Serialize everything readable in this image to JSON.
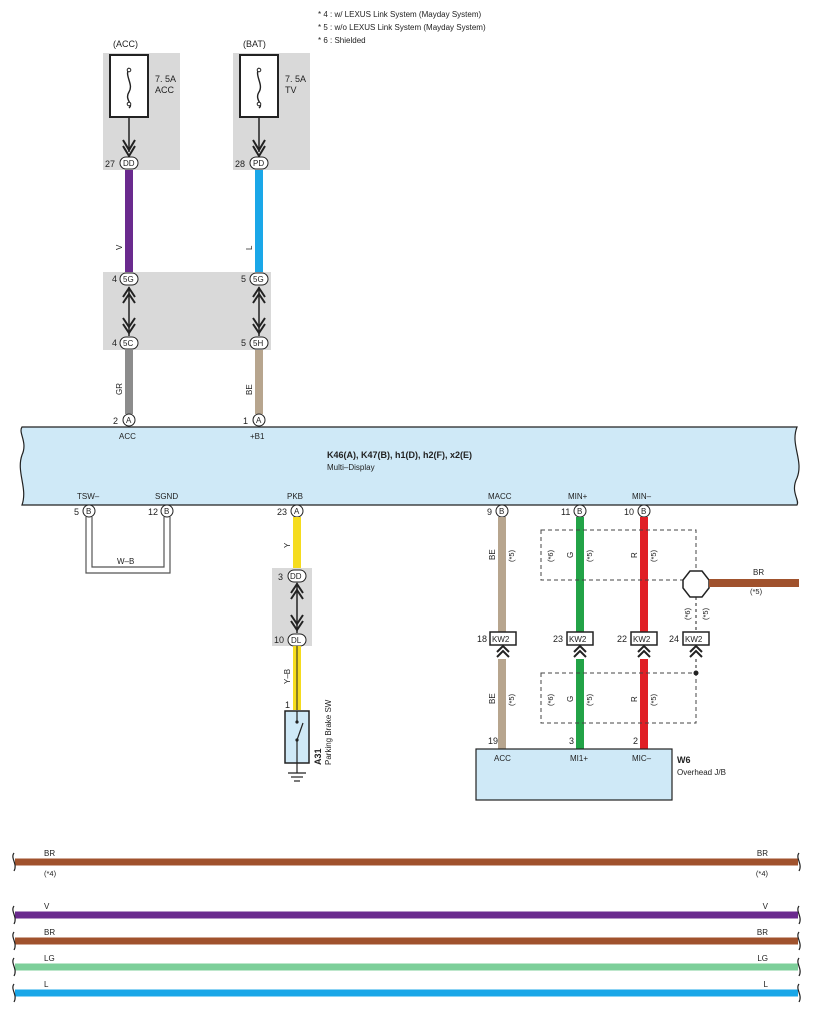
{
  "notes": [
    "* 4 : w/ LEXUS Link System (Mayday System)",
    "* 5 : w/o LEXUS Link System (Mayday System)",
    "* 6 : Shielded"
  ],
  "fuses": {
    "acc": {
      "group": "(ACC)",
      "rating": "7. 5A",
      "name": "ACC",
      "pin": "27",
      "conn": "DD"
    },
    "bat": {
      "group": "(BAT)",
      "rating": "7. 5A",
      "name": "TV",
      "pin": "28",
      "conn": "PD"
    }
  },
  "wires": {
    "v": "V",
    "l": "L",
    "gr": "GR",
    "be": "BE",
    "wb": "W–B",
    "y": "Y",
    "yb": "Y–B",
    "g": "G",
    "r": "R",
    "br": "BR",
    "lg": "LG"
  },
  "junction_upper": {
    "a_pin": "4",
    "a_conn": "5G",
    "b_pin": "5",
    "b_conn": "5G",
    "c_pin": "4",
    "c_conn": "5C",
    "d_pin": "5",
    "d_conn": "5H"
  },
  "multi_display": {
    "title": "K46(A), K47(B), h1(D), h2(F), x2(E)",
    "subtitle": "Multi–Display",
    "top_pins": [
      {
        "pin": "2",
        "conn": "A",
        "label": "ACC"
      },
      {
        "pin": "1",
        "conn": "A",
        "label": "+B1"
      }
    ],
    "bottom_pins": [
      {
        "pin": "5",
        "conn": "B",
        "label": "TSW–"
      },
      {
        "pin": "12",
        "conn": "B",
        "label": "SGND"
      },
      {
        "pin": "23",
        "conn": "A",
        "label": "PKB"
      },
      {
        "pin": "9",
        "conn": "B",
        "label": "MACC"
      },
      {
        "pin": "11",
        "conn": "B",
        "label": "MIN+"
      },
      {
        "pin": "10",
        "conn": "B",
        "label": "MIN–"
      }
    ]
  },
  "junction_pkb": {
    "top_pin": "3",
    "top_conn": "DD",
    "bot_pin": "10",
    "bot_conn": "DL"
  },
  "parking_brake": {
    "pin": "1",
    "id": "A31",
    "name": "Parking Brake SW"
  },
  "kw2": [
    {
      "pin": "18",
      "conn": "KW2"
    },
    {
      "pin": "23",
      "conn": "KW2"
    },
    {
      "pin": "22",
      "conn": "KW2"
    },
    {
      "pin": "24",
      "conn": "KW2"
    }
  ],
  "notes_short": {
    "n5": "(*5)",
    "n6": "(*6)",
    "n4": "(*4)"
  },
  "overhead": {
    "id": "W6",
    "name": "Overhead J/B",
    "pins": [
      {
        "pin": "19",
        "label": "ACC"
      },
      {
        "pin": "3",
        "label": "MI1+"
      },
      {
        "pin": "2",
        "label": "MIC–"
      }
    ]
  },
  "bus_lines": [
    {
      "label": "BR",
      "note": "(*4)",
      "color": "#a0522d"
    },
    {
      "label": "V",
      "note": "",
      "color": "#6a2a8e"
    },
    {
      "label": "BR",
      "note": "",
      "color": "#a0522d"
    },
    {
      "label": "LG",
      "note": "",
      "color": "#7dcf9a"
    },
    {
      "label": "L",
      "note": "",
      "color": "#1aa7e8"
    }
  ],
  "colors": {
    "violet": "#6a2a8e",
    "blue": "#1aa7e8",
    "grey": "#8c8c8c",
    "beige": "#b7a58e",
    "yellow": "#f5dc1e",
    "green": "#22a347",
    "red": "#e01f25",
    "brown": "#a0522d",
    "lightgreen": "#7dcf9a",
    "panel": "#cfe9f7",
    "box": "#d9d9d9"
  }
}
